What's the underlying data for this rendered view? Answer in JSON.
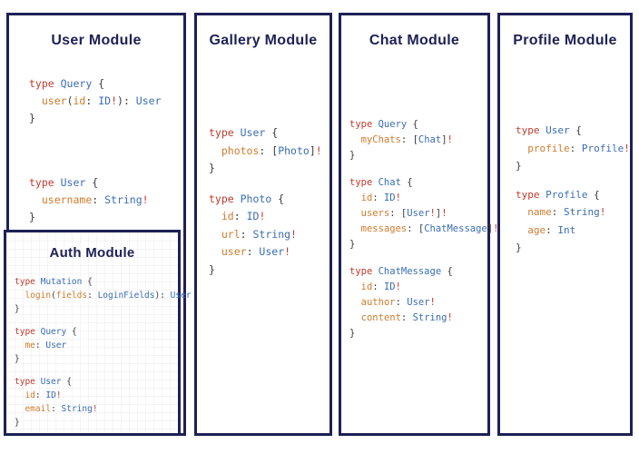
{
  "colors": {
    "border": "#1e2156",
    "title": "#1e2156",
    "keyword": "#c13a2e",
    "type_name": "#3a6db5",
    "field_name": "#cf7c2e",
    "punctuation": "#3b3b3b",
    "bang": "#c13a2e"
  },
  "modules": [
    {
      "id": "user",
      "title": "User Module",
      "blocks": [
        [
          [
            [
              "k",
              "type "
            ],
            [
              "t",
              "Query"
            ],
            [
              "p",
              " {"
            ]
          ],
          [
            [
              "p",
              "  "
            ],
            [
              "f",
              "user"
            ],
            [
              "p",
              "("
            ],
            [
              "f",
              "id"
            ],
            [
              "p",
              ": "
            ],
            [
              "t",
              "ID"
            ],
            [
              "b",
              "!"
            ],
            [
              "p",
              "): "
            ],
            [
              "t",
              "User"
            ]
          ],
          [
            [
              "p",
              "}"
            ]
          ]
        ],
        [
          [
            [
              "k",
              "type "
            ],
            [
              "t",
              "User"
            ],
            [
              "p",
              " {"
            ]
          ],
          [
            [
              "p",
              "  "
            ],
            [
              "f",
              "username"
            ],
            [
              "p",
              ": "
            ],
            [
              "t",
              "String"
            ],
            [
              "b",
              "!"
            ]
          ],
          [
            [
              "p",
              "}"
            ]
          ]
        ]
      ]
    },
    {
      "id": "gallery",
      "title": "Gallery Module",
      "blocks": [
        [
          [
            [
              "k",
              "type "
            ],
            [
              "t",
              "User"
            ],
            [
              "p",
              " {"
            ]
          ],
          [
            [
              "p",
              "  "
            ],
            [
              "f",
              "photos"
            ],
            [
              "p",
              ": ["
            ],
            [
              "t",
              "Photo"
            ],
            [
              "p",
              "]"
            ],
            [
              "b",
              "!"
            ]
          ],
          [
            [
              "p",
              "}"
            ]
          ]
        ],
        [
          [
            [
              "k",
              "type "
            ],
            [
              "t",
              "Photo"
            ],
            [
              "p",
              " {"
            ]
          ],
          [
            [
              "p",
              "  "
            ],
            [
              "f",
              "id"
            ],
            [
              "p",
              ": "
            ],
            [
              "t",
              "ID"
            ],
            [
              "b",
              "!"
            ]
          ],
          [
            [
              "p",
              "  "
            ],
            [
              "f",
              "url"
            ],
            [
              "p",
              ": "
            ],
            [
              "t",
              "String"
            ],
            [
              "b",
              "!"
            ]
          ],
          [
            [
              "p",
              "  "
            ],
            [
              "f",
              "user"
            ],
            [
              "p",
              ": "
            ],
            [
              "t",
              "User"
            ],
            [
              "b",
              "!"
            ]
          ],
          [
            [
              "p",
              "}"
            ]
          ]
        ]
      ]
    },
    {
      "id": "chat",
      "title": "Chat Module",
      "blocks": [
        [
          [
            [
              "k",
              "type "
            ],
            [
              "t",
              "Query"
            ],
            [
              "p",
              " {"
            ]
          ],
          [
            [
              "p",
              "  "
            ],
            [
              "f",
              "myChats"
            ],
            [
              "p",
              ": ["
            ],
            [
              "t",
              "Chat"
            ],
            [
              "p",
              "]"
            ],
            [
              "b",
              "!"
            ]
          ],
          [
            [
              "p",
              "}"
            ]
          ]
        ],
        [
          [
            [
              "k",
              "type "
            ],
            [
              "t",
              "Chat"
            ],
            [
              "p",
              " {"
            ]
          ],
          [
            [
              "p",
              "  "
            ],
            [
              "f",
              "id"
            ],
            [
              "p",
              ": "
            ],
            [
              "t",
              "ID"
            ],
            [
              "b",
              "!"
            ]
          ],
          [
            [
              "p",
              "  "
            ],
            [
              "f",
              "users"
            ],
            [
              "p",
              ": ["
            ],
            [
              "t",
              "User"
            ],
            [
              "b",
              "!"
            ],
            [
              "p",
              "]"
            ],
            [
              "b",
              "!"
            ]
          ],
          [
            [
              "p",
              "  "
            ],
            [
              "f",
              "messages"
            ],
            [
              "p",
              ": ["
            ],
            [
              "t",
              "ChatMessage"
            ],
            [
              "p",
              "]"
            ],
            [
              "b",
              "!"
            ]
          ],
          [
            [
              "p",
              "}"
            ]
          ]
        ],
        [
          [
            [
              "k",
              "type "
            ],
            [
              "t",
              "ChatMessage"
            ],
            [
              "p",
              " {"
            ]
          ],
          [
            [
              "p",
              "  "
            ],
            [
              "f",
              "id"
            ],
            [
              "p",
              ": "
            ],
            [
              "t",
              "ID"
            ],
            [
              "b",
              "!"
            ]
          ],
          [
            [
              "p",
              "  "
            ],
            [
              "f",
              "author"
            ],
            [
              "p",
              ": "
            ],
            [
              "t",
              "User"
            ],
            [
              "b",
              "!"
            ]
          ],
          [
            [
              "p",
              "  "
            ],
            [
              "f",
              "content"
            ],
            [
              "p",
              ": "
            ],
            [
              "t",
              "String"
            ],
            [
              "b",
              "!"
            ]
          ],
          [
            [
              "p",
              "}"
            ]
          ]
        ]
      ]
    },
    {
      "id": "profile",
      "title": "Profile Module",
      "blocks": [
        [
          [
            [
              "k",
              "type "
            ],
            [
              "t",
              "User"
            ],
            [
              "p",
              " {"
            ]
          ],
          [
            [
              "p",
              "  "
            ],
            [
              "f",
              "profile"
            ],
            [
              "p",
              ": "
            ],
            [
              "t",
              "Profile"
            ],
            [
              "b",
              "!"
            ]
          ],
          [
            [
              "p",
              "}"
            ]
          ]
        ],
        [
          [
            [
              "k",
              "type "
            ],
            [
              "t",
              "Profile"
            ],
            [
              "p",
              " {"
            ]
          ],
          [
            [
              "p",
              "  "
            ],
            [
              "f",
              "name"
            ],
            [
              "p",
              ": "
            ],
            [
              "t",
              "String"
            ],
            [
              "b",
              "!"
            ]
          ],
          [
            [
              "p",
              "  "
            ],
            [
              "f",
              "age"
            ],
            [
              "p",
              ": "
            ],
            [
              "t",
              "Int"
            ]
          ],
          [
            [
              "p",
              "}"
            ]
          ]
        ]
      ]
    },
    {
      "id": "auth",
      "title": "Auth Module",
      "blocks": [
        [
          [
            [
              "k",
              "type "
            ],
            [
              "t",
              "Mutation"
            ],
            [
              "p",
              " {"
            ]
          ],
          [
            [
              "p",
              "  "
            ],
            [
              "f",
              "login"
            ],
            [
              "p",
              "("
            ],
            [
              "f",
              "fields"
            ],
            [
              "p",
              ": "
            ],
            [
              "t",
              "LoginFields"
            ],
            [
              "p",
              "): "
            ],
            [
              "t",
              "User"
            ]
          ],
          [
            [
              "p",
              "}"
            ]
          ]
        ],
        [
          [
            [
              "k",
              "type "
            ],
            [
              "t",
              "Query"
            ],
            [
              "p",
              " {"
            ]
          ],
          [
            [
              "p",
              "  "
            ],
            [
              "f",
              "me"
            ],
            [
              "p",
              ": "
            ],
            [
              "t",
              "User"
            ]
          ],
          [
            [
              "p",
              "}"
            ]
          ]
        ],
        [
          [
            [
              "k",
              "type "
            ],
            [
              "t",
              "User"
            ],
            [
              "p",
              " {"
            ]
          ],
          [
            [
              "p",
              "  "
            ],
            [
              "f",
              "id"
            ],
            [
              "p",
              ": "
            ],
            [
              "t",
              "ID"
            ],
            [
              "b",
              "!"
            ]
          ],
          [
            [
              "p",
              "  "
            ],
            [
              "f",
              "email"
            ],
            [
              "p",
              ": "
            ],
            [
              "t",
              "String"
            ],
            [
              "b",
              "!"
            ]
          ],
          [
            [
              "p",
              "}"
            ]
          ]
        ]
      ]
    }
  ]
}
